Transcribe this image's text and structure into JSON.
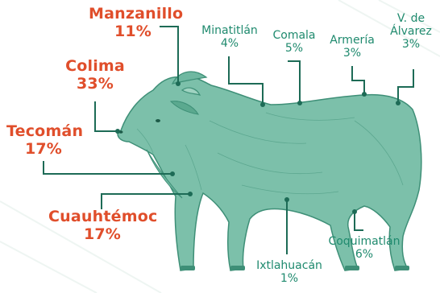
{
  "colors": {
    "orange": "#e04e2b",
    "teal": "#1f8a6e",
    "bull_fill": "#6fb8a1",
    "bull_dark": "#3e8f77",
    "leader": "#1d6b56"
  },
  "labels": {
    "manzanillo": {
      "name": "Manzanillo",
      "pct": "11%"
    },
    "colima": {
      "name": "Colima",
      "pct": "33%"
    },
    "tecoman": {
      "name": "Tecomán",
      "pct": "17%"
    },
    "cuauhtemoc": {
      "name": "Cuauhtémoc",
      "pct": "17%"
    },
    "minatitlan": {
      "name": "Minatitlán",
      "pct": "4%"
    },
    "comala": {
      "name": "Comala",
      "pct": "5%"
    },
    "armeria": {
      "name": "Armería",
      "pct": "3%"
    },
    "valvarez": {
      "name1": "V. de",
      "name2": "Álvarez",
      "pct": "3%"
    },
    "coquimatlan": {
      "name": "Coquimatlán",
      "pct": "6%"
    },
    "ixtlahuacan": {
      "name": "Ixtlahuacán",
      "pct": "1%"
    }
  }
}
